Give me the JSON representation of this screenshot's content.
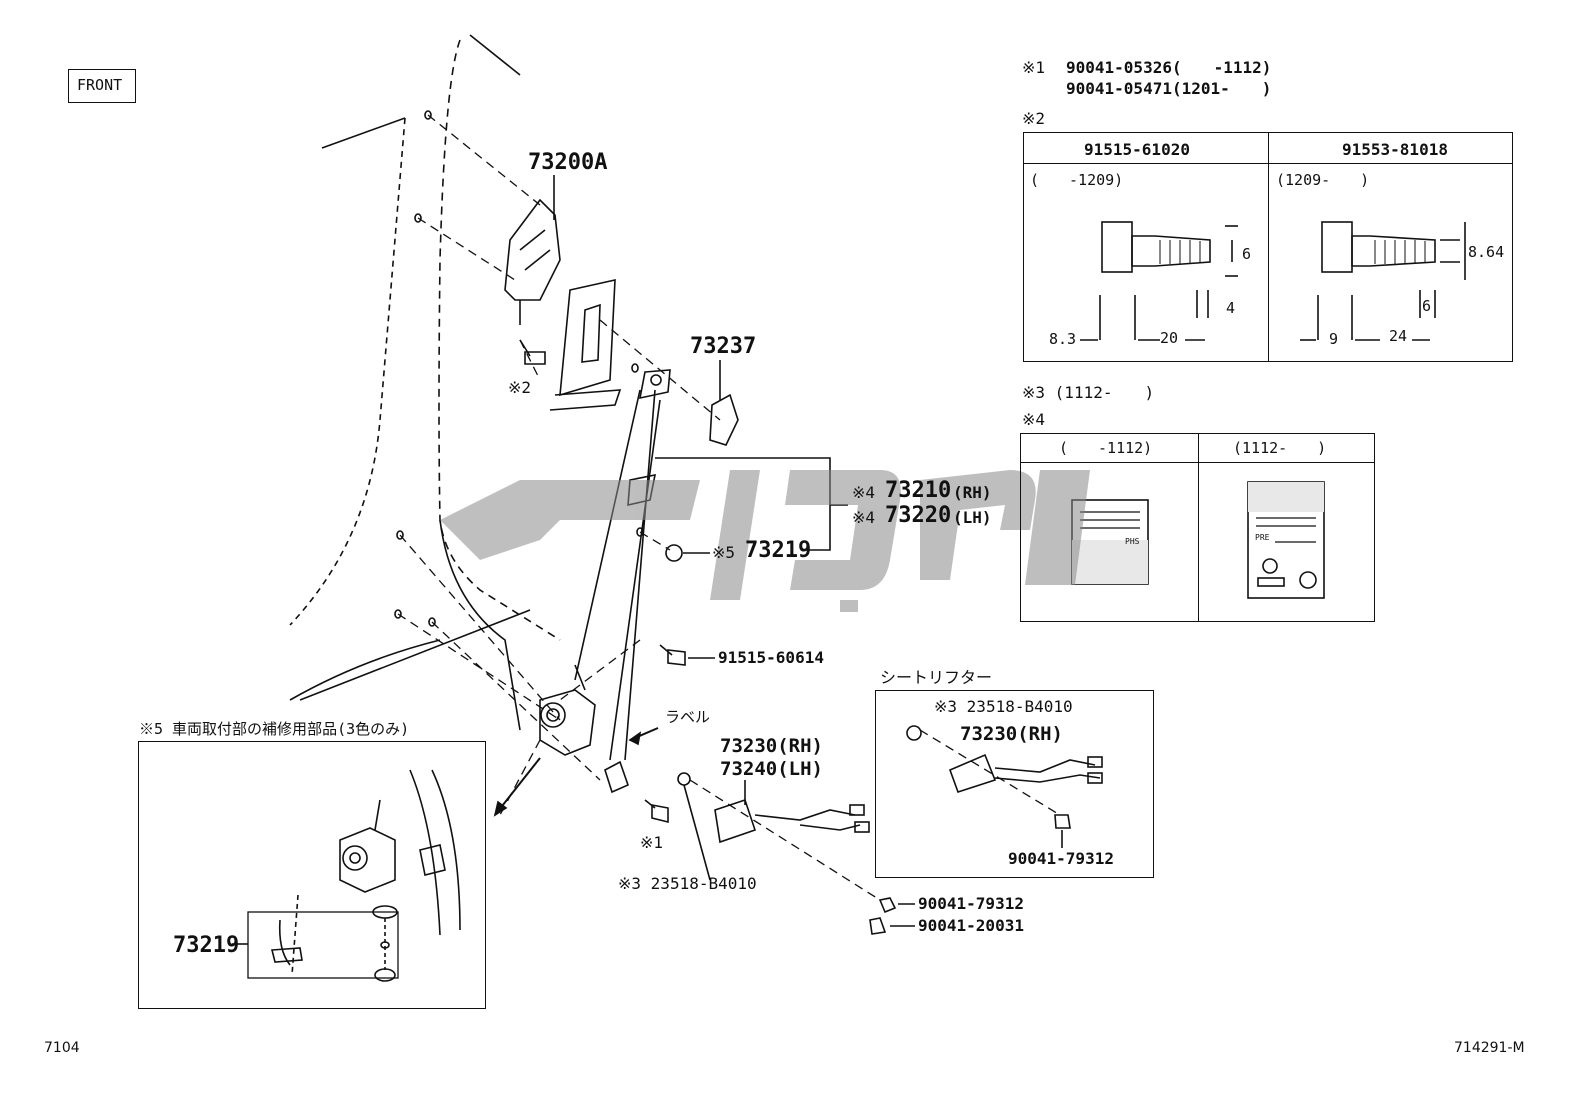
{
  "front_label": "FRONT",
  "notes": {
    "n1_mark": "※1",
    "n1_line1": "90041-05326(　　-1112)",
    "n1_line2": "90041-05471(1201-　　)",
    "n2_mark": "※2",
    "n3_mark": "※3 (1112-　　)",
    "n4_mark": "※4"
  },
  "bolt_table": {
    "col1_part": "91515-61020",
    "col2_part": "91553-81018",
    "col1_range": "(　　-1209)",
    "col2_range": "(1209-　　)",
    "col1_dims": {
      "dia": "6",
      "tip": "4",
      "head": "8.3",
      "len": "20"
    },
    "col2_dims": {
      "dia": "8.64",
      "tip": "6",
      "head": "9",
      "len": "24"
    }
  },
  "label_table": {
    "col1_range": "(　　-1112)",
    "col2_range": "(1112-　　)",
    "col1_small": "PHS",
    "col2_small": "PRE"
  },
  "parts": {
    "p73200A": "73200A",
    "p73237": "73237",
    "p73210_mark": "※4",
    "p73210": "73210",
    "p73210_side": "(RH)",
    "p73220_mark": "※4",
    "p73220": "73220",
    "p73220_side": "(LH)",
    "p73219_mark": "※5",
    "p73219": "73219",
    "p91515_60614": "91515-60614",
    "label_jp": "ラベル",
    "p73230": "73230(RH)",
    "p73240": "73240(LH)",
    "mark2": "※2",
    "mark1": "※1",
    "p23518_a": "※3 23518-B4010",
    "p90041_79312_a": "90041-79312",
    "p90041_20031": "90041-20031"
  },
  "lifter": {
    "title": "シートリフター",
    "p23518": "※3 23518-B4010",
    "p73230": "73230(RH)",
    "p90041": "90041-79312"
  },
  "inset": {
    "title": "※5 車両取付部の補修用部品(3色のみ)",
    "part": "73219"
  },
  "watermark": "کوپن",
  "footer": {
    "left": "7104",
    "right": "714291-M"
  }
}
